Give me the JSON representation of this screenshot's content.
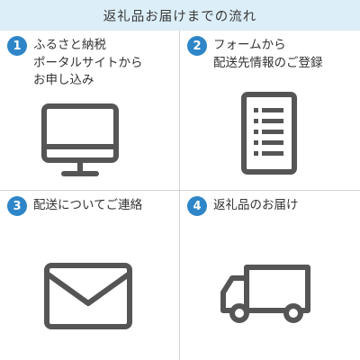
{
  "header": {
    "title": "返礼品お届けまでの流れ"
  },
  "steps": [
    {
      "number": "1",
      "label": "ふるさと納税\nポータルサイトから\nお申し込み",
      "icon": "monitor-icon"
    },
    {
      "number": "2",
      "label": "フォームから\n配送先情報のご登録",
      "icon": "form-document-icon"
    },
    {
      "number": "3",
      "label": "配送についてご連絡",
      "icon": "envelope-icon"
    },
    {
      "number": "4",
      "label": "返礼品のお届け",
      "icon": "delivery-truck-icon"
    }
  ],
  "colors": {
    "header_bg": "#dceef7",
    "badge": "#2e86c8",
    "icon_stroke": "#555555",
    "divider": "#d4d4d4"
  }
}
